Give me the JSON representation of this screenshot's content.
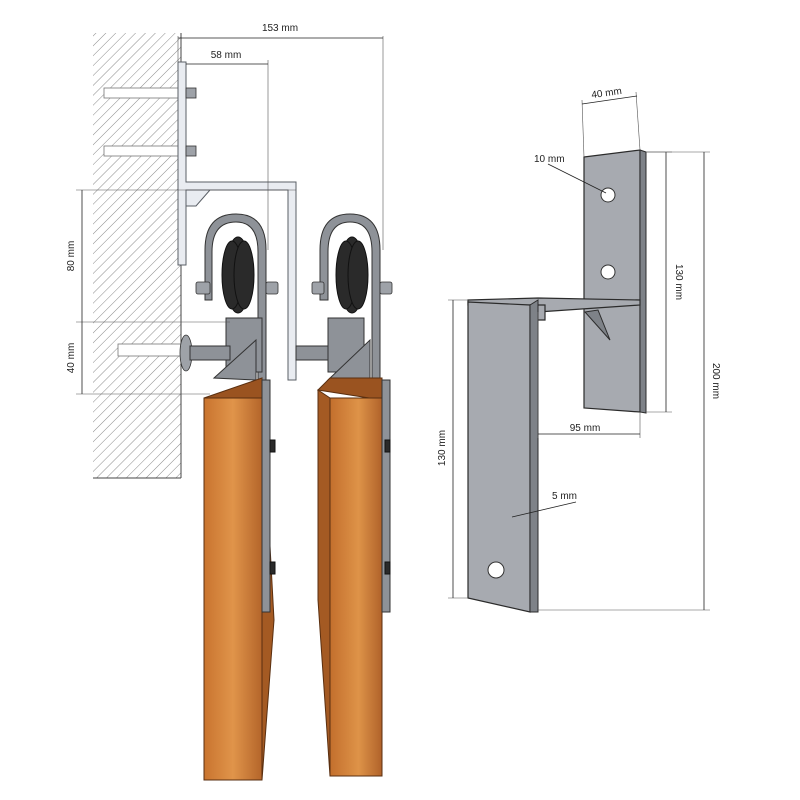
{
  "diagram": {
    "assembly": {
      "dims": {
        "overall_width": "153 mm",
        "bracket_offset": "58 mm",
        "bracket_height": "80 mm",
        "bolt_spacing": "40 mm"
      },
      "colors": {
        "wall_hatch": "#777777",
        "rail": "#e9ecf1",
        "wheel": "#2a2a2a",
        "wood_light": "#d98b3f",
        "wood_dark": "#b5672a"
      }
    },
    "bracket": {
      "dims": {
        "plate_width": "40 mm",
        "hole": "10 mm",
        "upper_height": "130 mm",
        "total_height": "200 mm",
        "offset": "95 mm",
        "lower_height": "130 mm",
        "thickness": "5 mm"
      },
      "colors": {
        "plate_face": "#a7aab0",
        "plate_edge": "#7e8288"
      }
    }
  }
}
